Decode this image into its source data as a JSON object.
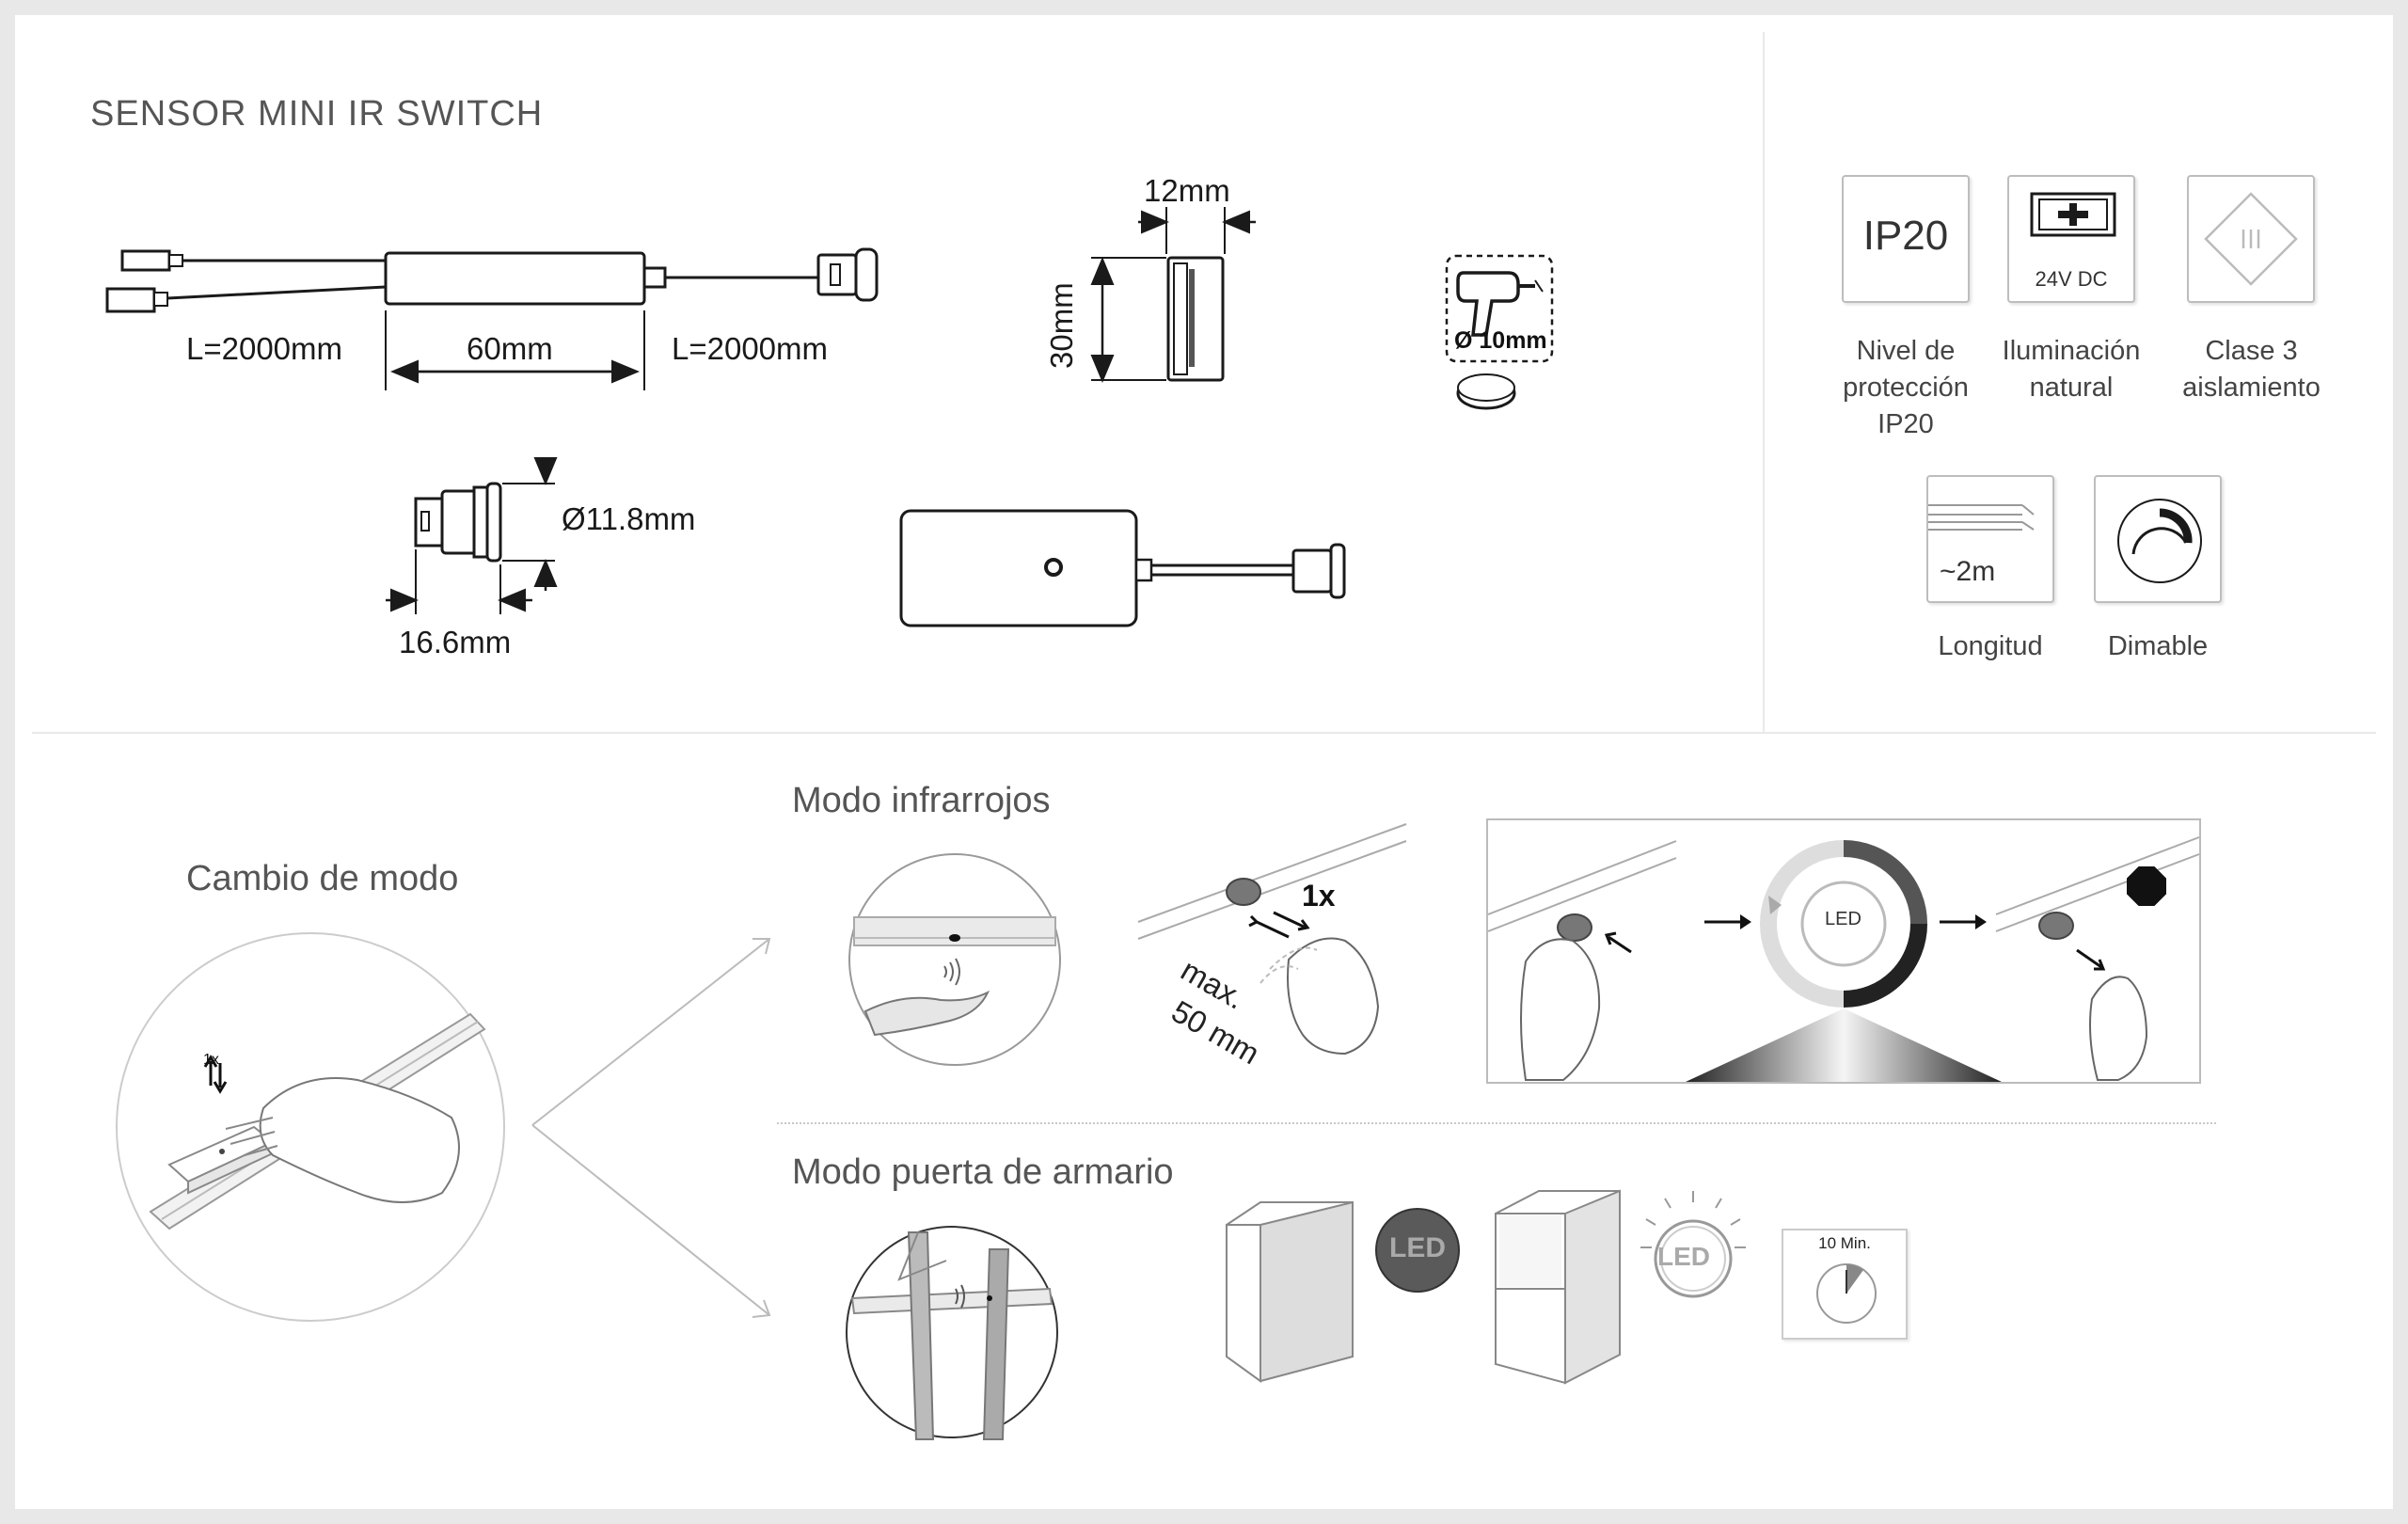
{
  "title": "SENSOR  MINI IR SWITCH",
  "dimensions": {
    "cable_left": "L=2000mm",
    "body_length": "60mm",
    "cable_right": "L=2000mm",
    "sensor_width": "12mm",
    "sensor_height": "30mm",
    "drill": "Ø 10mm",
    "head_diameter": "Ø11.8mm",
    "head_length": "16.6mm"
  },
  "features": [
    {
      "icon_text": "IP20",
      "label": "Nivel de protección IP20",
      "icon": "ip20-icon"
    },
    {
      "icon_text": "24V DC",
      "label": "Iluminación natural",
      "icon": "power-supply-icon"
    },
    {
      "icon_text": "",
      "label": "Clase 3 aislamiento",
      "icon": "class3-insulation-icon"
    },
    {
      "icon_text": "~2m",
      "label": "Longitud",
      "icon": "cable-length-icon"
    },
    {
      "icon_text": "",
      "label": "Dimable",
      "icon": "dimmable-icon"
    }
  ],
  "mode_change": {
    "title": "Cambio de modo",
    "tap_count": "1x"
  },
  "ir_mode": {
    "title": "Modo infrarrojos",
    "tap_count": "1x",
    "distance_line1": "max.",
    "distance_line2": "50 mm",
    "led_label": "LED",
    "stop_label": "STOP"
  },
  "door_mode": {
    "title": "Modo puerta de armario",
    "led_label": "LED",
    "timer_label": "10 Min."
  },
  "colors": {
    "line": "#1a1a1a",
    "panel_grey": "#e6e6e6",
    "led_dark": "#5a5a5a",
    "stop_red": "#222222"
  }
}
